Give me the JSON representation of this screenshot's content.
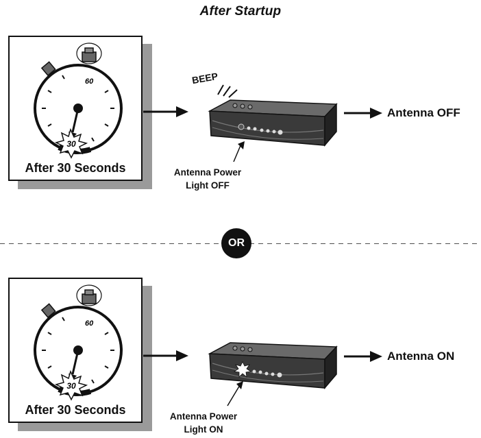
{
  "title": "After Startup",
  "divider_label": "OR",
  "top": {
    "timer_caption": "After 30 Seconds",
    "timer_mark_60": "60",
    "timer_mark_30": "30",
    "beep": "BEEP",
    "light_note_line1": "Antenna Power",
    "light_note_line2": "Light OFF",
    "result": "Antenna OFF"
  },
  "bottom": {
    "timer_caption": "After 30 Seconds",
    "timer_mark_60": "60",
    "timer_mark_30": "30",
    "light_note_line1": "Antenna Power",
    "light_note_line2": "Light ON",
    "result": "Antenna ON"
  }
}
